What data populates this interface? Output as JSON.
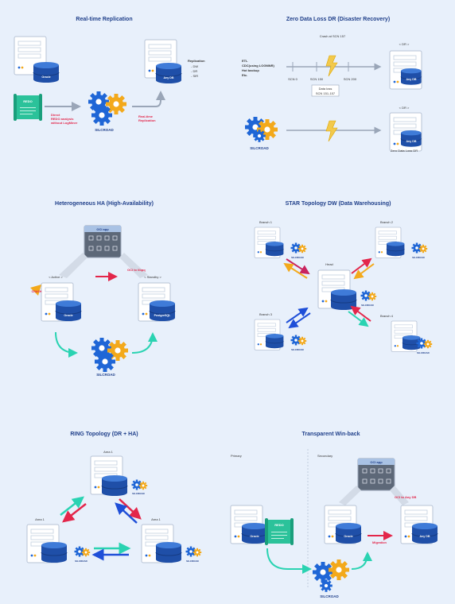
{
  "colors": {
    "background": "#e8f0fb",
    "title": "#1f3f8a",
    "db_blue": "#1f4fa8",
    "teal_arrow": "#2ad3b2",
    "red_arrow": "#e3264a",
    "gear_blue": "#1f66d6",
    "gear_orange": "#f3a91b"
  },
  "panels": {
    "realtime": {
      "title": "Real-time Replication",
      "source_db": "Oracle",
      "redo": "REDO",
      "direct": "Direct",
      "redo_analysis": "REDO analysis",
      "without_logminer": "without LogMiner",
      "product": "SILCROAD",
      "target_db": "Any DB",
      "replication_title": "Replication",
      "replication_items": [
        "- DW",
        "- DR",
        "- SIR"
      ],
      "realtime_label1": "Real-time",
      "realtime_label2": "Replication"
    },
    "zerodr": {
      "title": "Zero Data Loss DR (Disaster Recovery)",
      "crash_label": "Crash at SCN 157",
      "methods": [
        "ETL",
        "CDC(using LOGMNR)",
        "Hot backup",
        "Etc."
      ],
      "scn1": "SCN 0",
      "scn2": "SCN 150",
      "scn3": "SCN 200",
      "dataloss1": "Data loss",
      "dataloss2": "SCN 151-157",
      "dr_top": "< DR >",
      "dr_bottom": "< DR >",
      "dr_db_top": "Any DB",
      "dr_db_bottom": "Any DB",
      "product": "SILCROAD",
      "zero_label": "Zero Data Loss DR"
    },
    "ha": {
      "title": "Heterogeneous HA (High-Availability)",
      "oci_app": "OCI app",
      "active": "< Active >",
      "standby": "< Standby >",
      "crash": "CRASH",
      "oci_to": "OCI to libpq",
      "active_db": "Oracle",
      "standby_db": "PostgreSQL",
      "product": "SILCROAD"
    },
    "star": {
      "title": "STAR Topology DW (Data Warehousing)",
      "branch1": "Branch 1",
      "branch2": "Branch 2",
      "branch3": "Branch 3",
      "branch4": "Branch 4",
      "head": "Head",
      "product": "SILCROAD"
    },
    "ring": {
      "title": "RING Topology (DR + HA)",
      "area_top": "Area 1",
      "area_left": "Area 1",
      "area_right": "Area 1",
      "product": "SILCROAD"
    },
    "winback": {
      "title": "Transparent Win-back",
      "primary": "Primary",
      "secondary": "Secondary",
      "oci_app": "OCI app",
      "oci_to": "OCI to Any DB",
      "redo": "REDO",
      "oracle_left": "Oracle",
      "oracle_right": "Oracle",
      "any_db": "Any DB",
      "migration": "Migration",
      "product": "SILCROAD"
    }
  }
}
